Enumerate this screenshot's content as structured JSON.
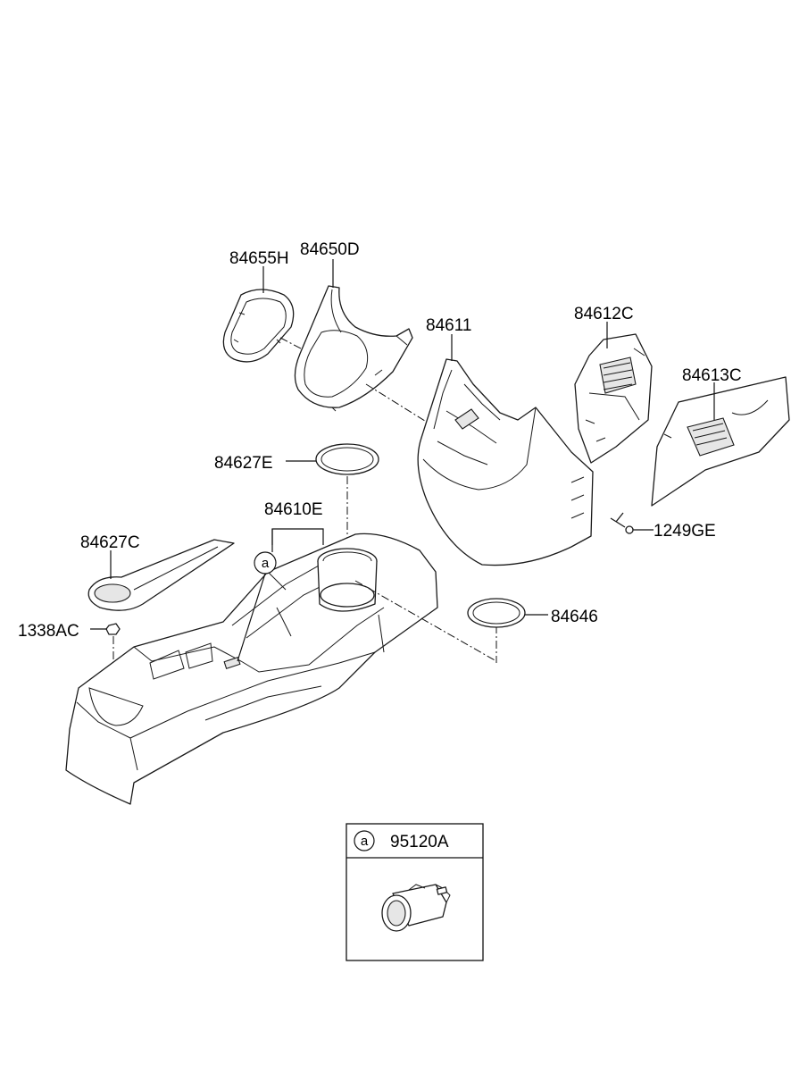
{
  "parts": {
    "p84655H": "84655H",
    "p84650D": "84650D",
    "p84611": "84611",
    "p84612C": "84612C",
    "p84613C": "84613C",
    "p84627E": "84627E",
    "p84610E": "84610E",
    "p84627C": "84627C",
    "p1338AC": "1338AC",
    "p1249GE": "1249GE",
    "p84646": "84646"
  },
  "callout_ref": "a",
  "inset": {
    "ref": "a",
    "part": "95120A"
  }
}
